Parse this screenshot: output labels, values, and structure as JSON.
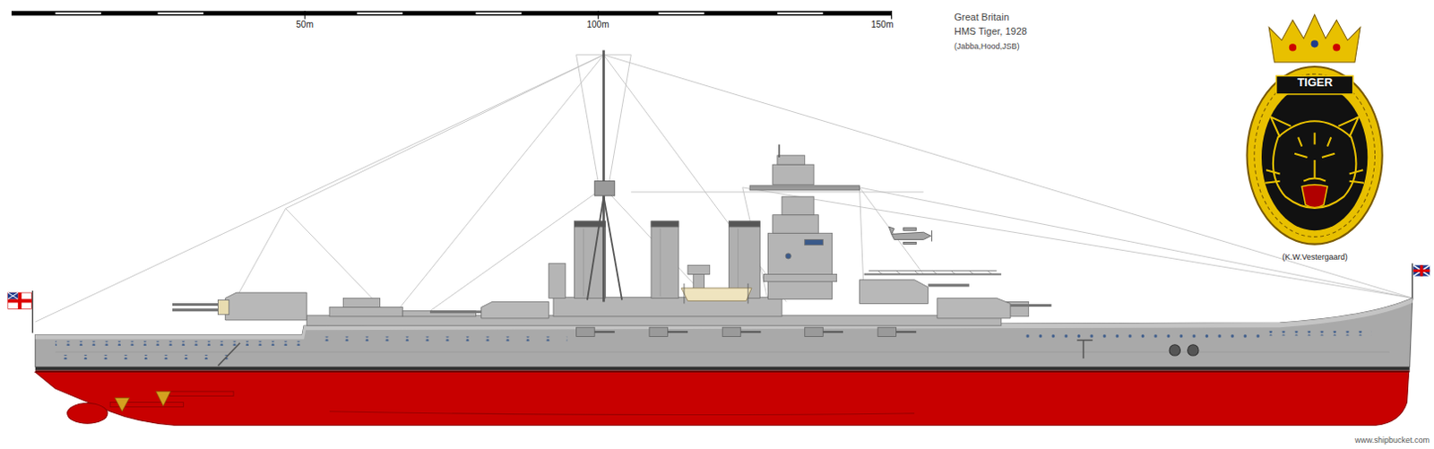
{
  "diagram": {
    "title": "HMS Tiger, 1928",
    "labels": [
      "50m",
      "100m",
      "150m",
      "Great Britain",
      "(Jabba,Hood,JSB)",
      "TIGER",
      "(K.W.Vestergaard)",
      "www.shipbucket.com"
    ]
  }
}
